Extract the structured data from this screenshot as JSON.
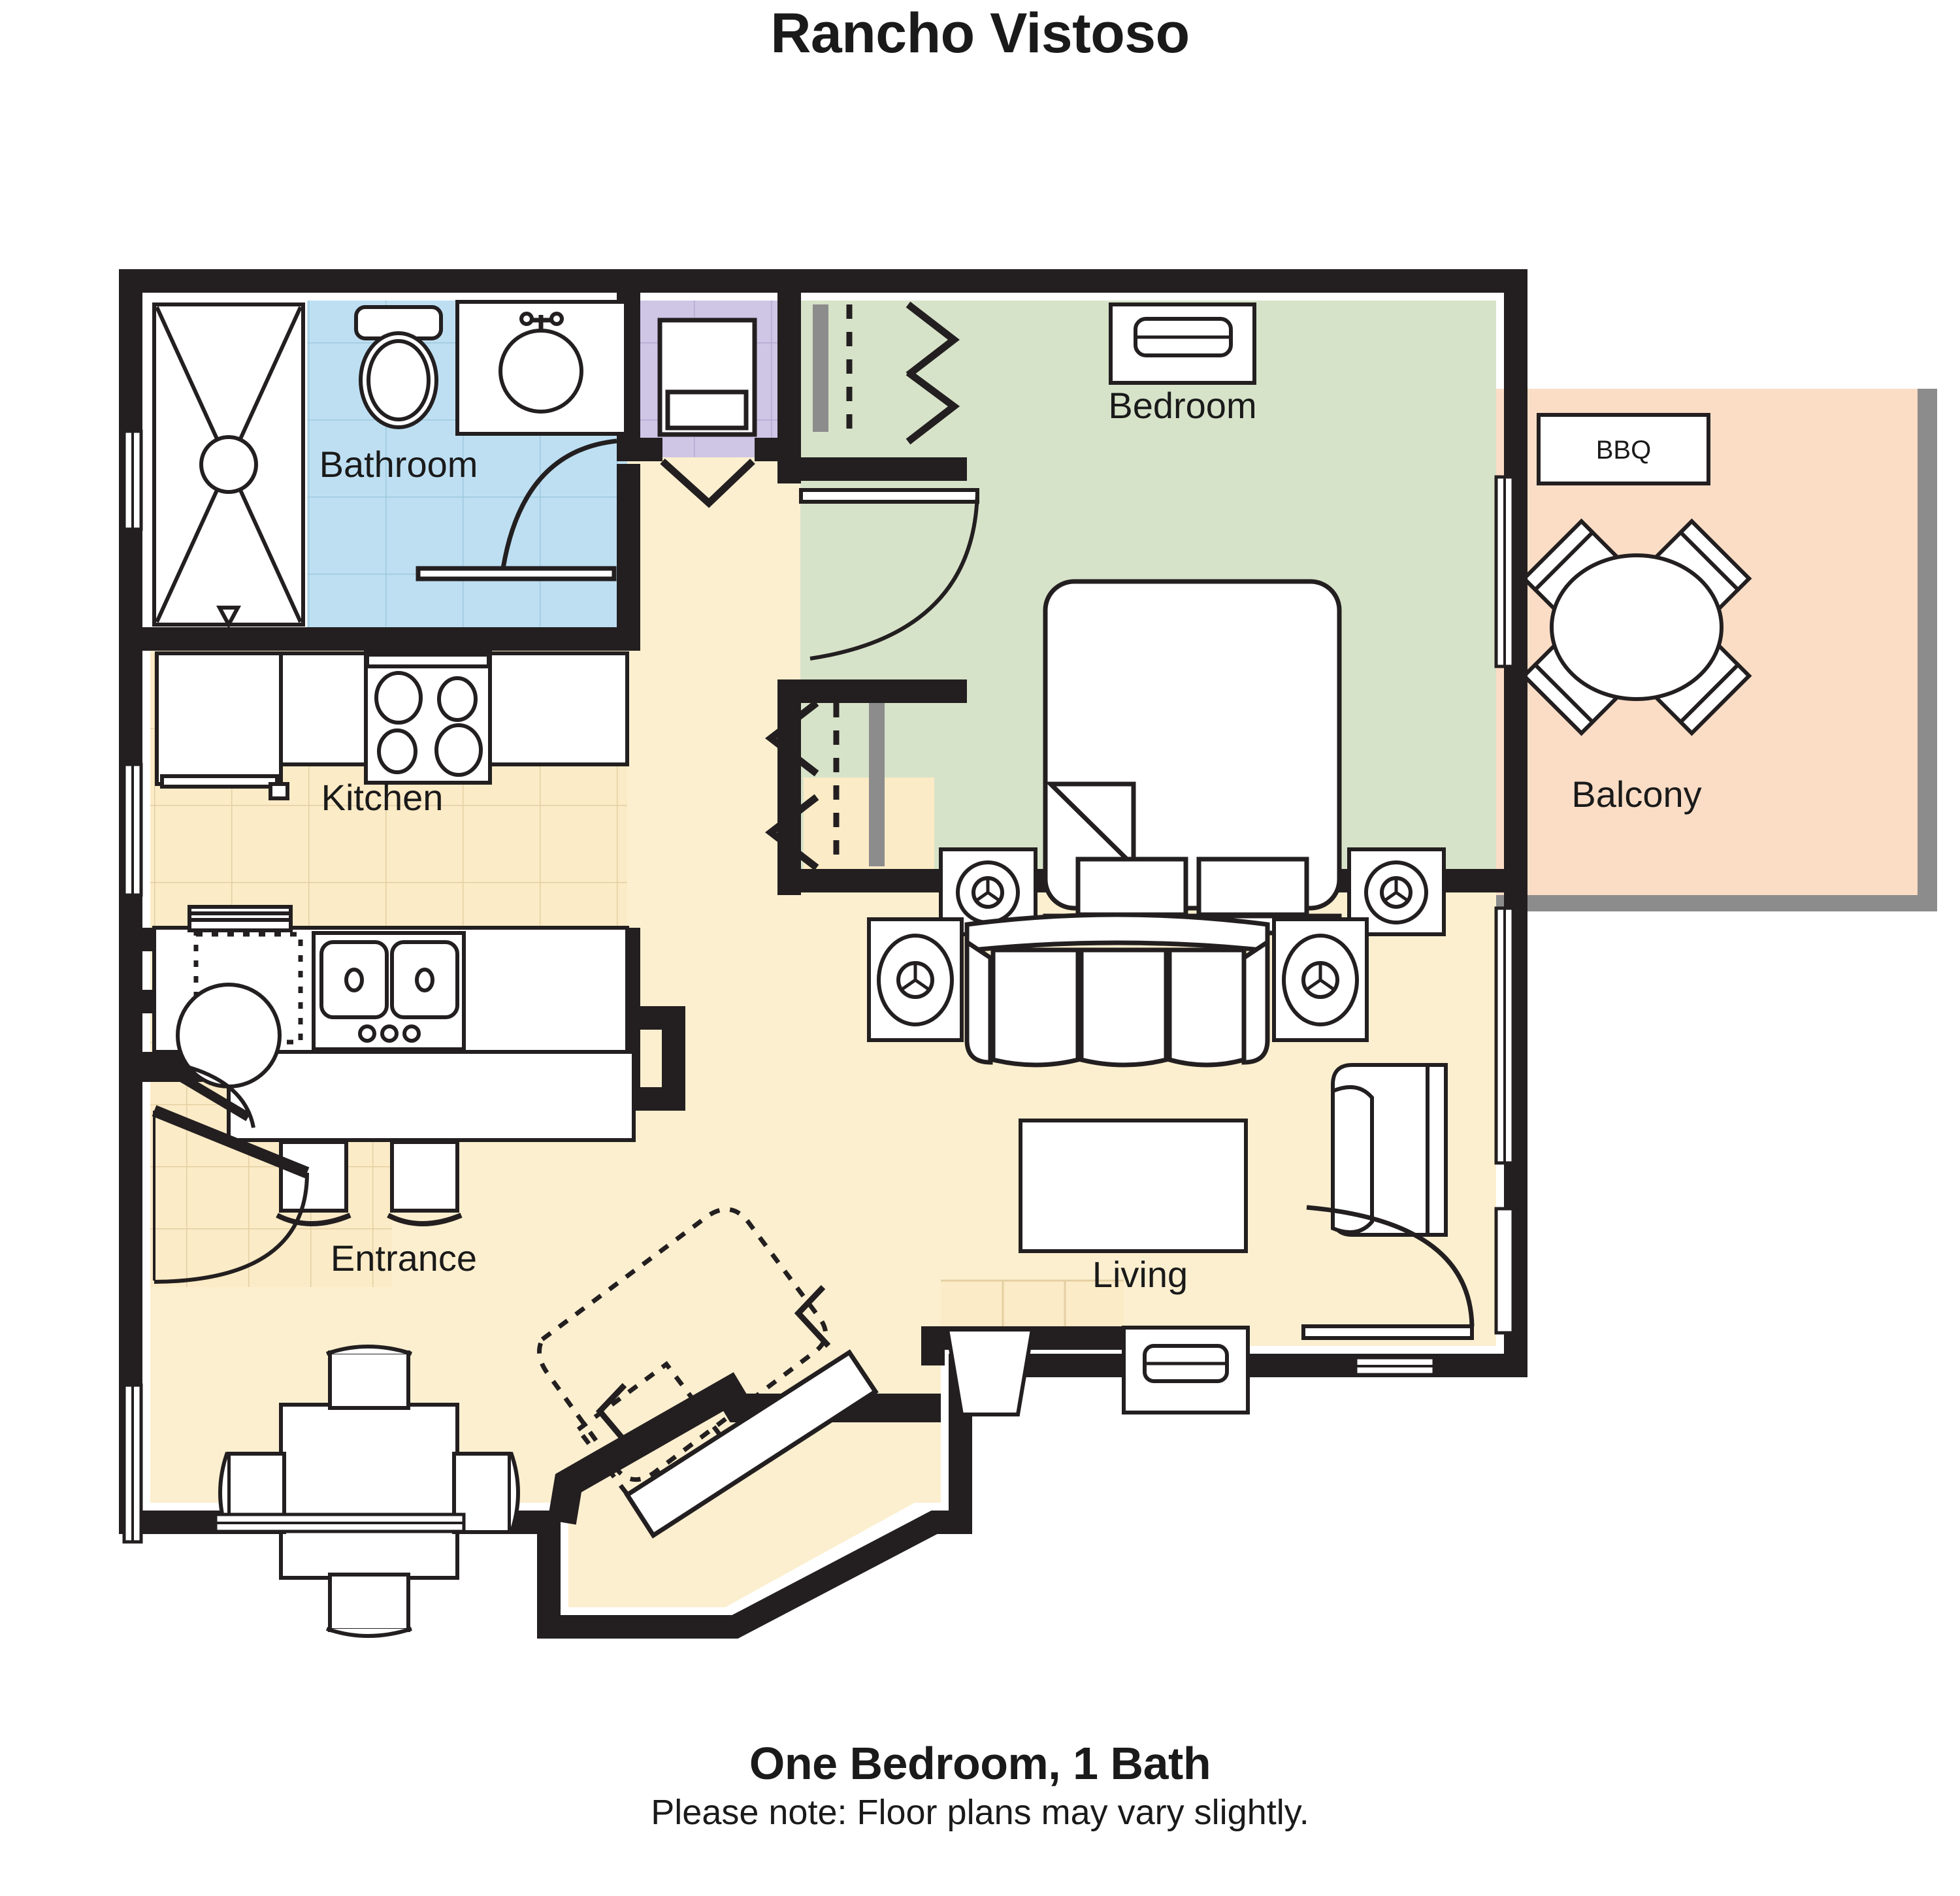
{
  "title": "Rancho Vistoso",
  "footer": {
    "main": "One Bedroom, 1 Bath",
    "note": "Please note: Floor plans may vary slightly."
  },
  "rooms": [
    {
      "key": "bathroom",
      "label": "Bathroom",
      "fill": "#BEDFF2"
    },
    {
      "key": "bedroom",
      "label": "Bedroom",
      "fill": "#D7E3C9"
    },
    {
      "key": "kitchen",
      "label": "Kitchen",
      "fill": "#FBEBC6"
    },
    {
      "key": "living",
      "label": "Living",
      "fill": "#FCEFCF"
    },
    {
      "key": "entrance",
      "label": "Entrance",
      "fill": "#FCEFCF"
    },
    {
      "key": "balcony",
      "label": "Balcony",
      "fill": "#FBDDC6"
    },
    {
      "key": "laundry",
      "label": "",
      "fill": "#CFC6E6"
    }
  ],
  "fixtures": {
    "bbq": "BBQ"
  },
  "colors": {
    "wall": "#231f20",
    "bathroom_blue": "#BEDFF2",
    "bedroom_green": "#D7E3C9",
    "floor_cream": "#FCEFCF",
    "kitchen_cream": "#FBEBC6",
    "balcony_peach": "#FBDDC6",
    "laundry_purple": "#CFC6E6",
    "balcony_rail": "#808080",
    "tile_line": "#E0CEA4",
    "tile_line_blue": "#9DC8DE",
    "furniture_stroke": "#231f20",
    "furniture_fill": "#FFFFFF",
    "page_background": "#FFFFFF"
  },
  "plan_meta": {
    "bedrooms": 1,
    "bathrooms": 1,
    "has_balcony": true,
    "has_bbq": true
  }
}
